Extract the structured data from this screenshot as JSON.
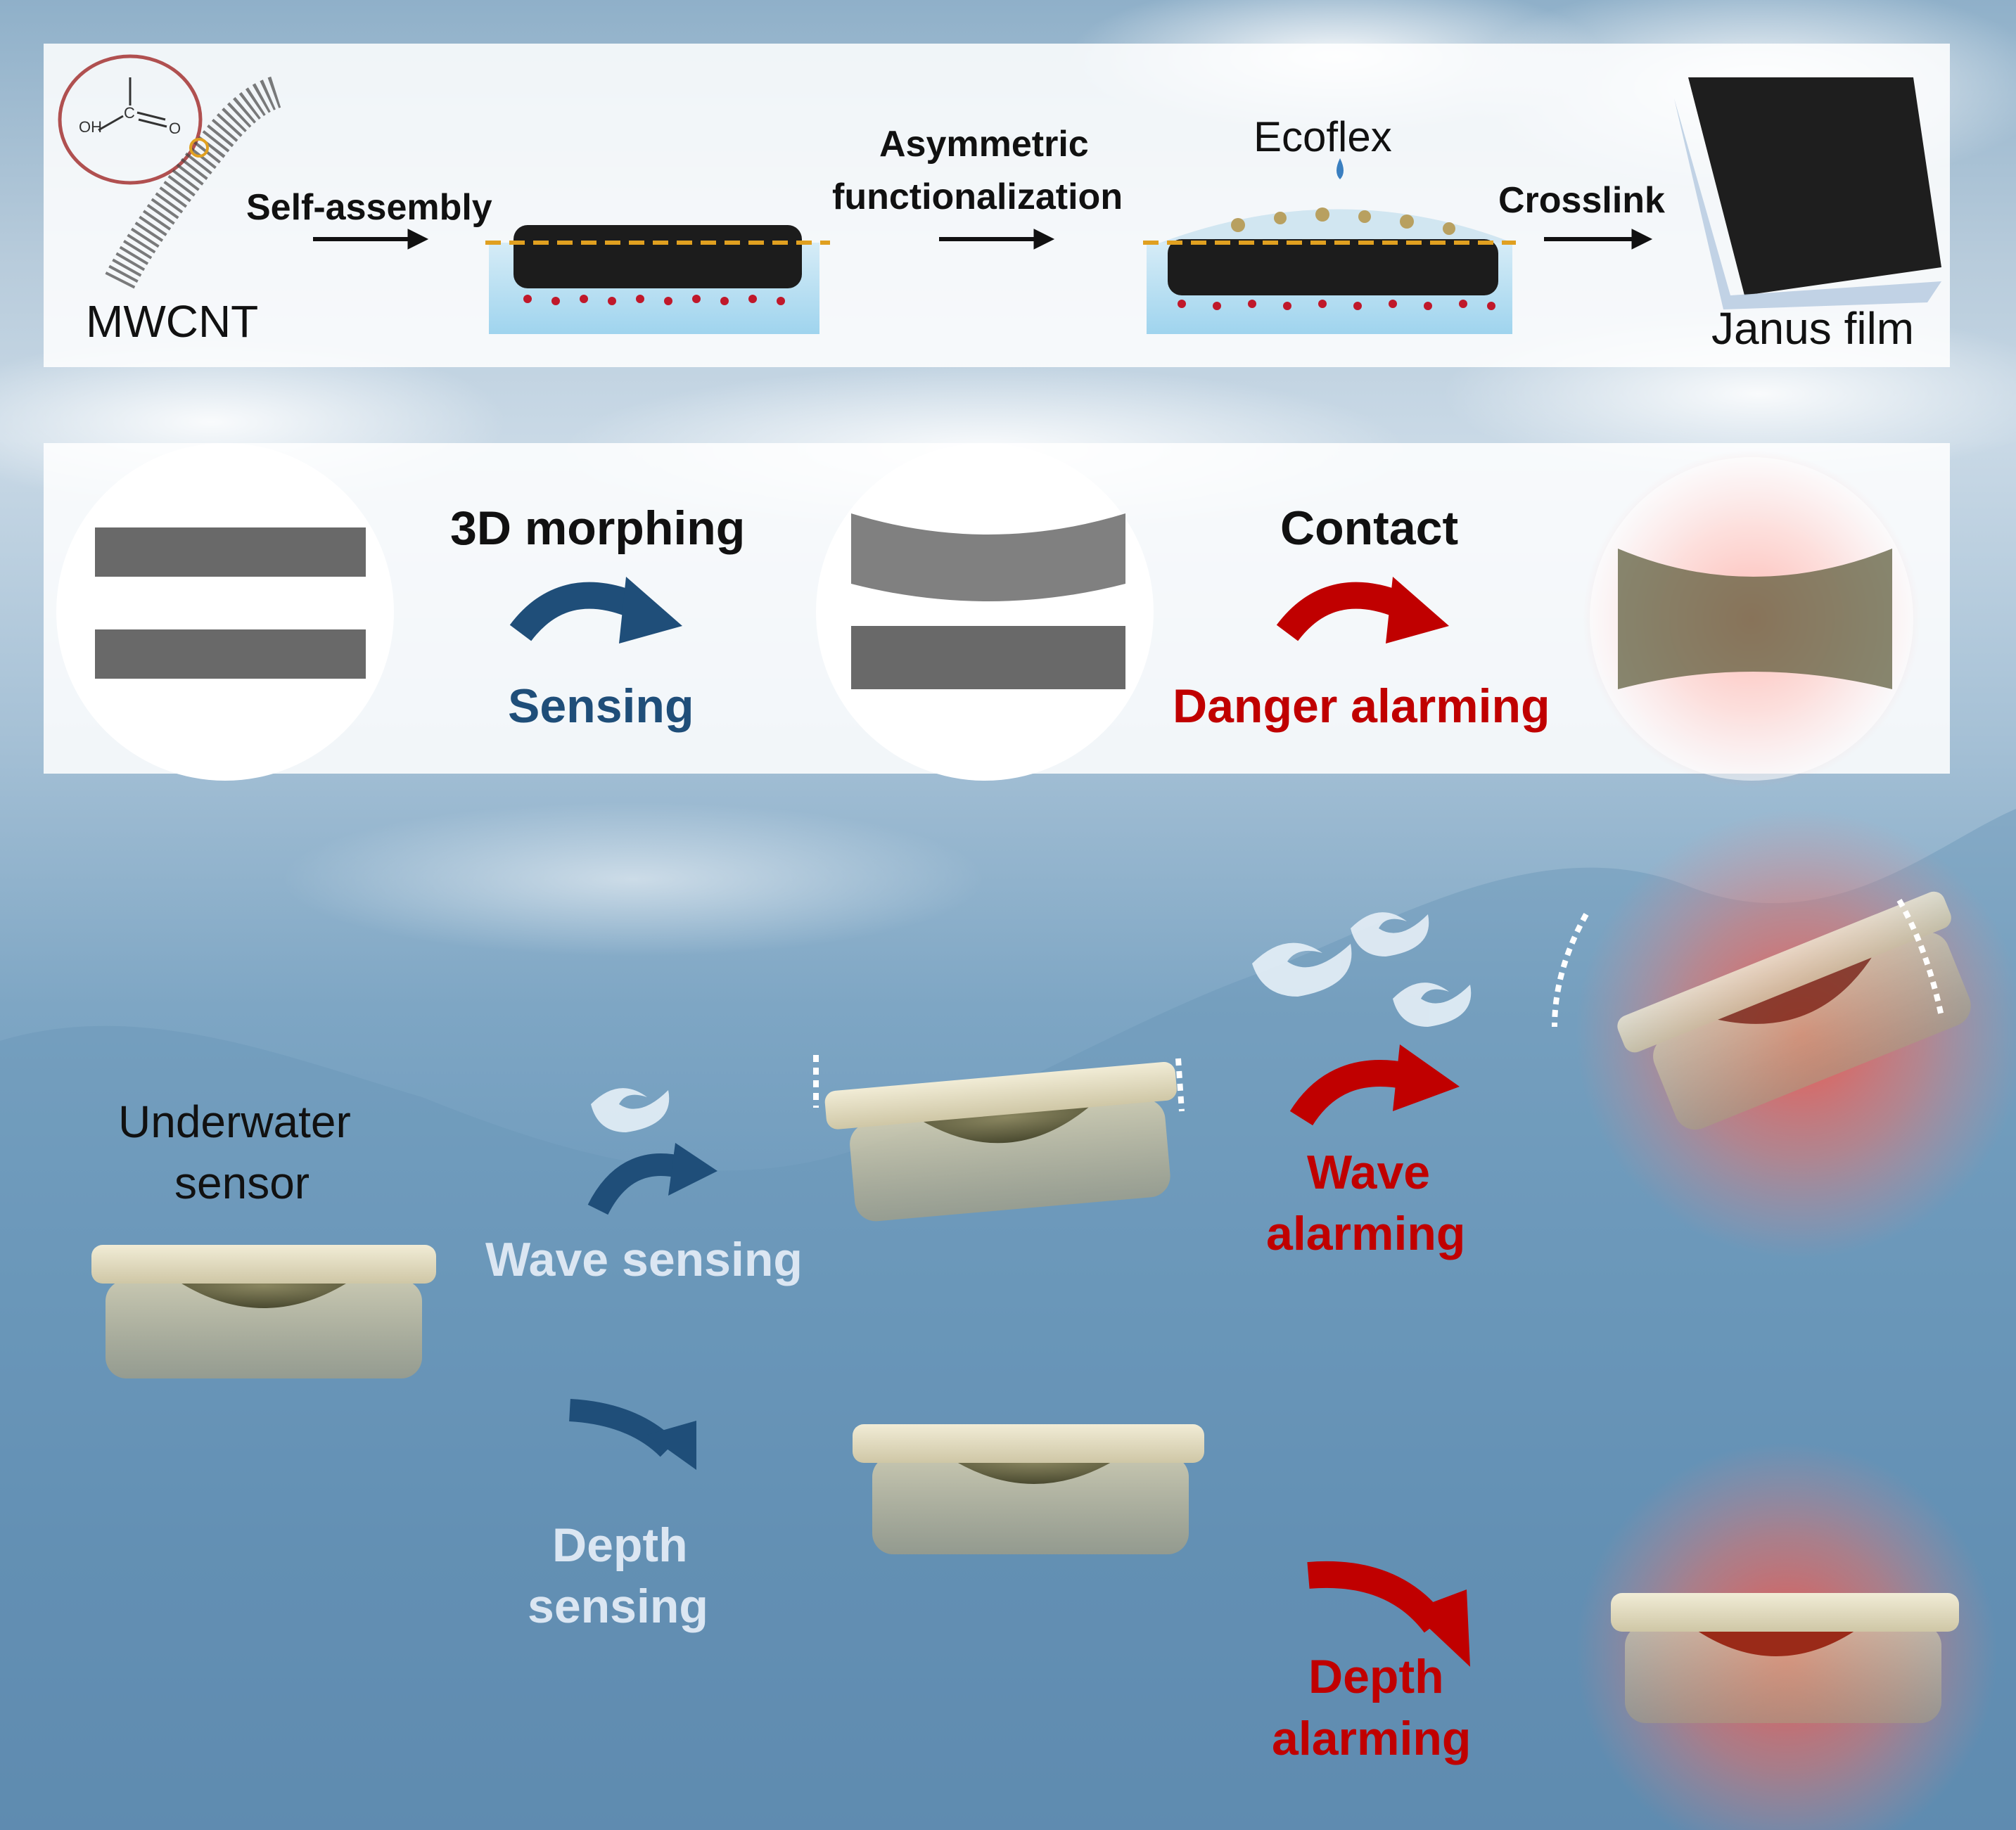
{
  "top": {
    "mwcnt": "MWCNT",
    "oh": "OH",
    "c": "C",
    "o": "O",
    "self_assembly": "Self-assembly",
    "asym1": "Asymmetric",
    "asym2": "functionalization",
    "ecoflex": "Ecoflex",
    "crosslink": "Crosslink",
    "janus": "Janus film"
  },
  "middle": {
    "morphing": "3D morphing",
    "sensing": "Sensing",
    "contact": "Contact",
    "danger": "Danger alarming"
  },
  "bottom": {
    "underwater1": "Underwater",
    "underwater2": "sensor",
    "wave_sensing": "Wave sensing",
    "wave_alarm1": "Wave",
    "wave_alarm2": "alarming",
    "depth_sensing1": "Depth",
    "depth_sensing2": "sensing",
    "depth_alarm1": "Depth",
    "depth_alarm2": "alarming"
  },
  "colors": {
    "blue_arrow": "#1f4e79",
    "red_arrow": "#c00000",
    "sensing_text": "#1f4e79",
    "alarm_text": "#c00000",
    "light_text": "#dbe6f2"
  }
}
